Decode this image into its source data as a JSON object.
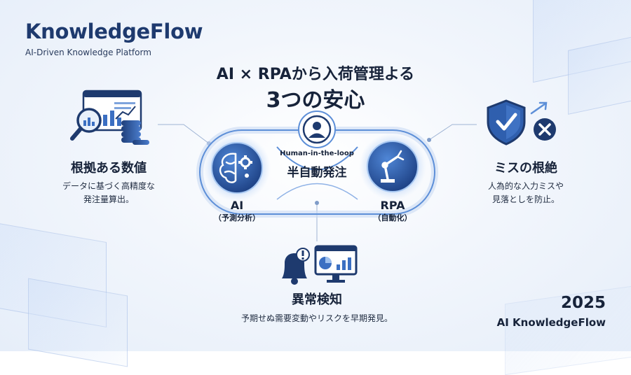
{
  "brand": {
    "name": "KnowledgeFlow",
    "tagline": "AI-Driven Knowledge Platform"
  },
  "headline": {
    "line1": "AI × RPAから入荷管理よる",
    "line2": "3つの安心"
  },
  "center": {
    "loop_label": "Human-in-the-loop",
    "mode_label": "半自動発注",
    "ai_label": "AI",
    "ai_sub": "（予測分析）",
    "rpa_label": "RPA",
    "rpa_sub": "（自動化）"
  },
  "features": [
    {
      "title": "根拠ある数値",
      "desc_line1": "データに基づく高精度な",
      "desc_line2": "発注量算出。",
      "icon": "data-analysis-icon"
    },
    {
      "title": "ミスの根絶",
      "desc_line1": "人為的な入力ミスや",
      "desc_line2": "見落としを防止。",
      "icon": "shield-check-icon"
    },
    {
      "title": "異常検知",
      "desc_line1": "予期せぬ需要変動やリスクを早期発見。",
      "icon": "alert-monitor-icon"
    }
  ],
  "footer": {
    "year": "2025",
    "product": "AI KnowledgeFlow"
  },
  "colors": {
    "primary": "#1e3a6e",
    "accent": "#3b82f6",
    "node": "#2d5fae"
  }
}
